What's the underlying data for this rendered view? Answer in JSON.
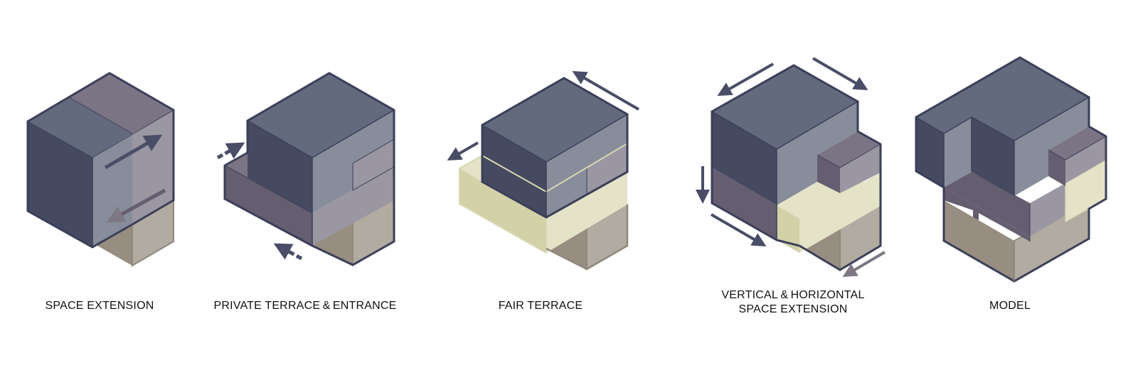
{
  "panels": [
    {
      "caption": "SPACE EXTENSION"
    },
    {
      "caption": "PRIVATE TERRACE & ENTRANCE"
    },
    {
      "caption": "FAIR TERRACE"
    },
    {
      "caption_line1": "VERTICAL & HORIZONTAL",
      "caption_line2": "SPACE EXTENSION"
    },
    {
      "caption": "MODEL"
    }
  ],
  "colors": {
    "roof": "#636a7e",
    "left_face": "#454a60",
    "right_face": "#888d9b",
    "upper_roof_mauve": "#7b7485",
    "upper_right_mauve": "#9a96a2",
    "purple_left": "#655d70",
    "terrace_light": "#e4e3c8",
    "terrace_mid": "#d2d1a7",
    "ground_left": "#978d80",
    "ground_right": "#b1aba1",
    "edge": "#3b3f58",
    "arrow": "#4a4d66"
  }
}
